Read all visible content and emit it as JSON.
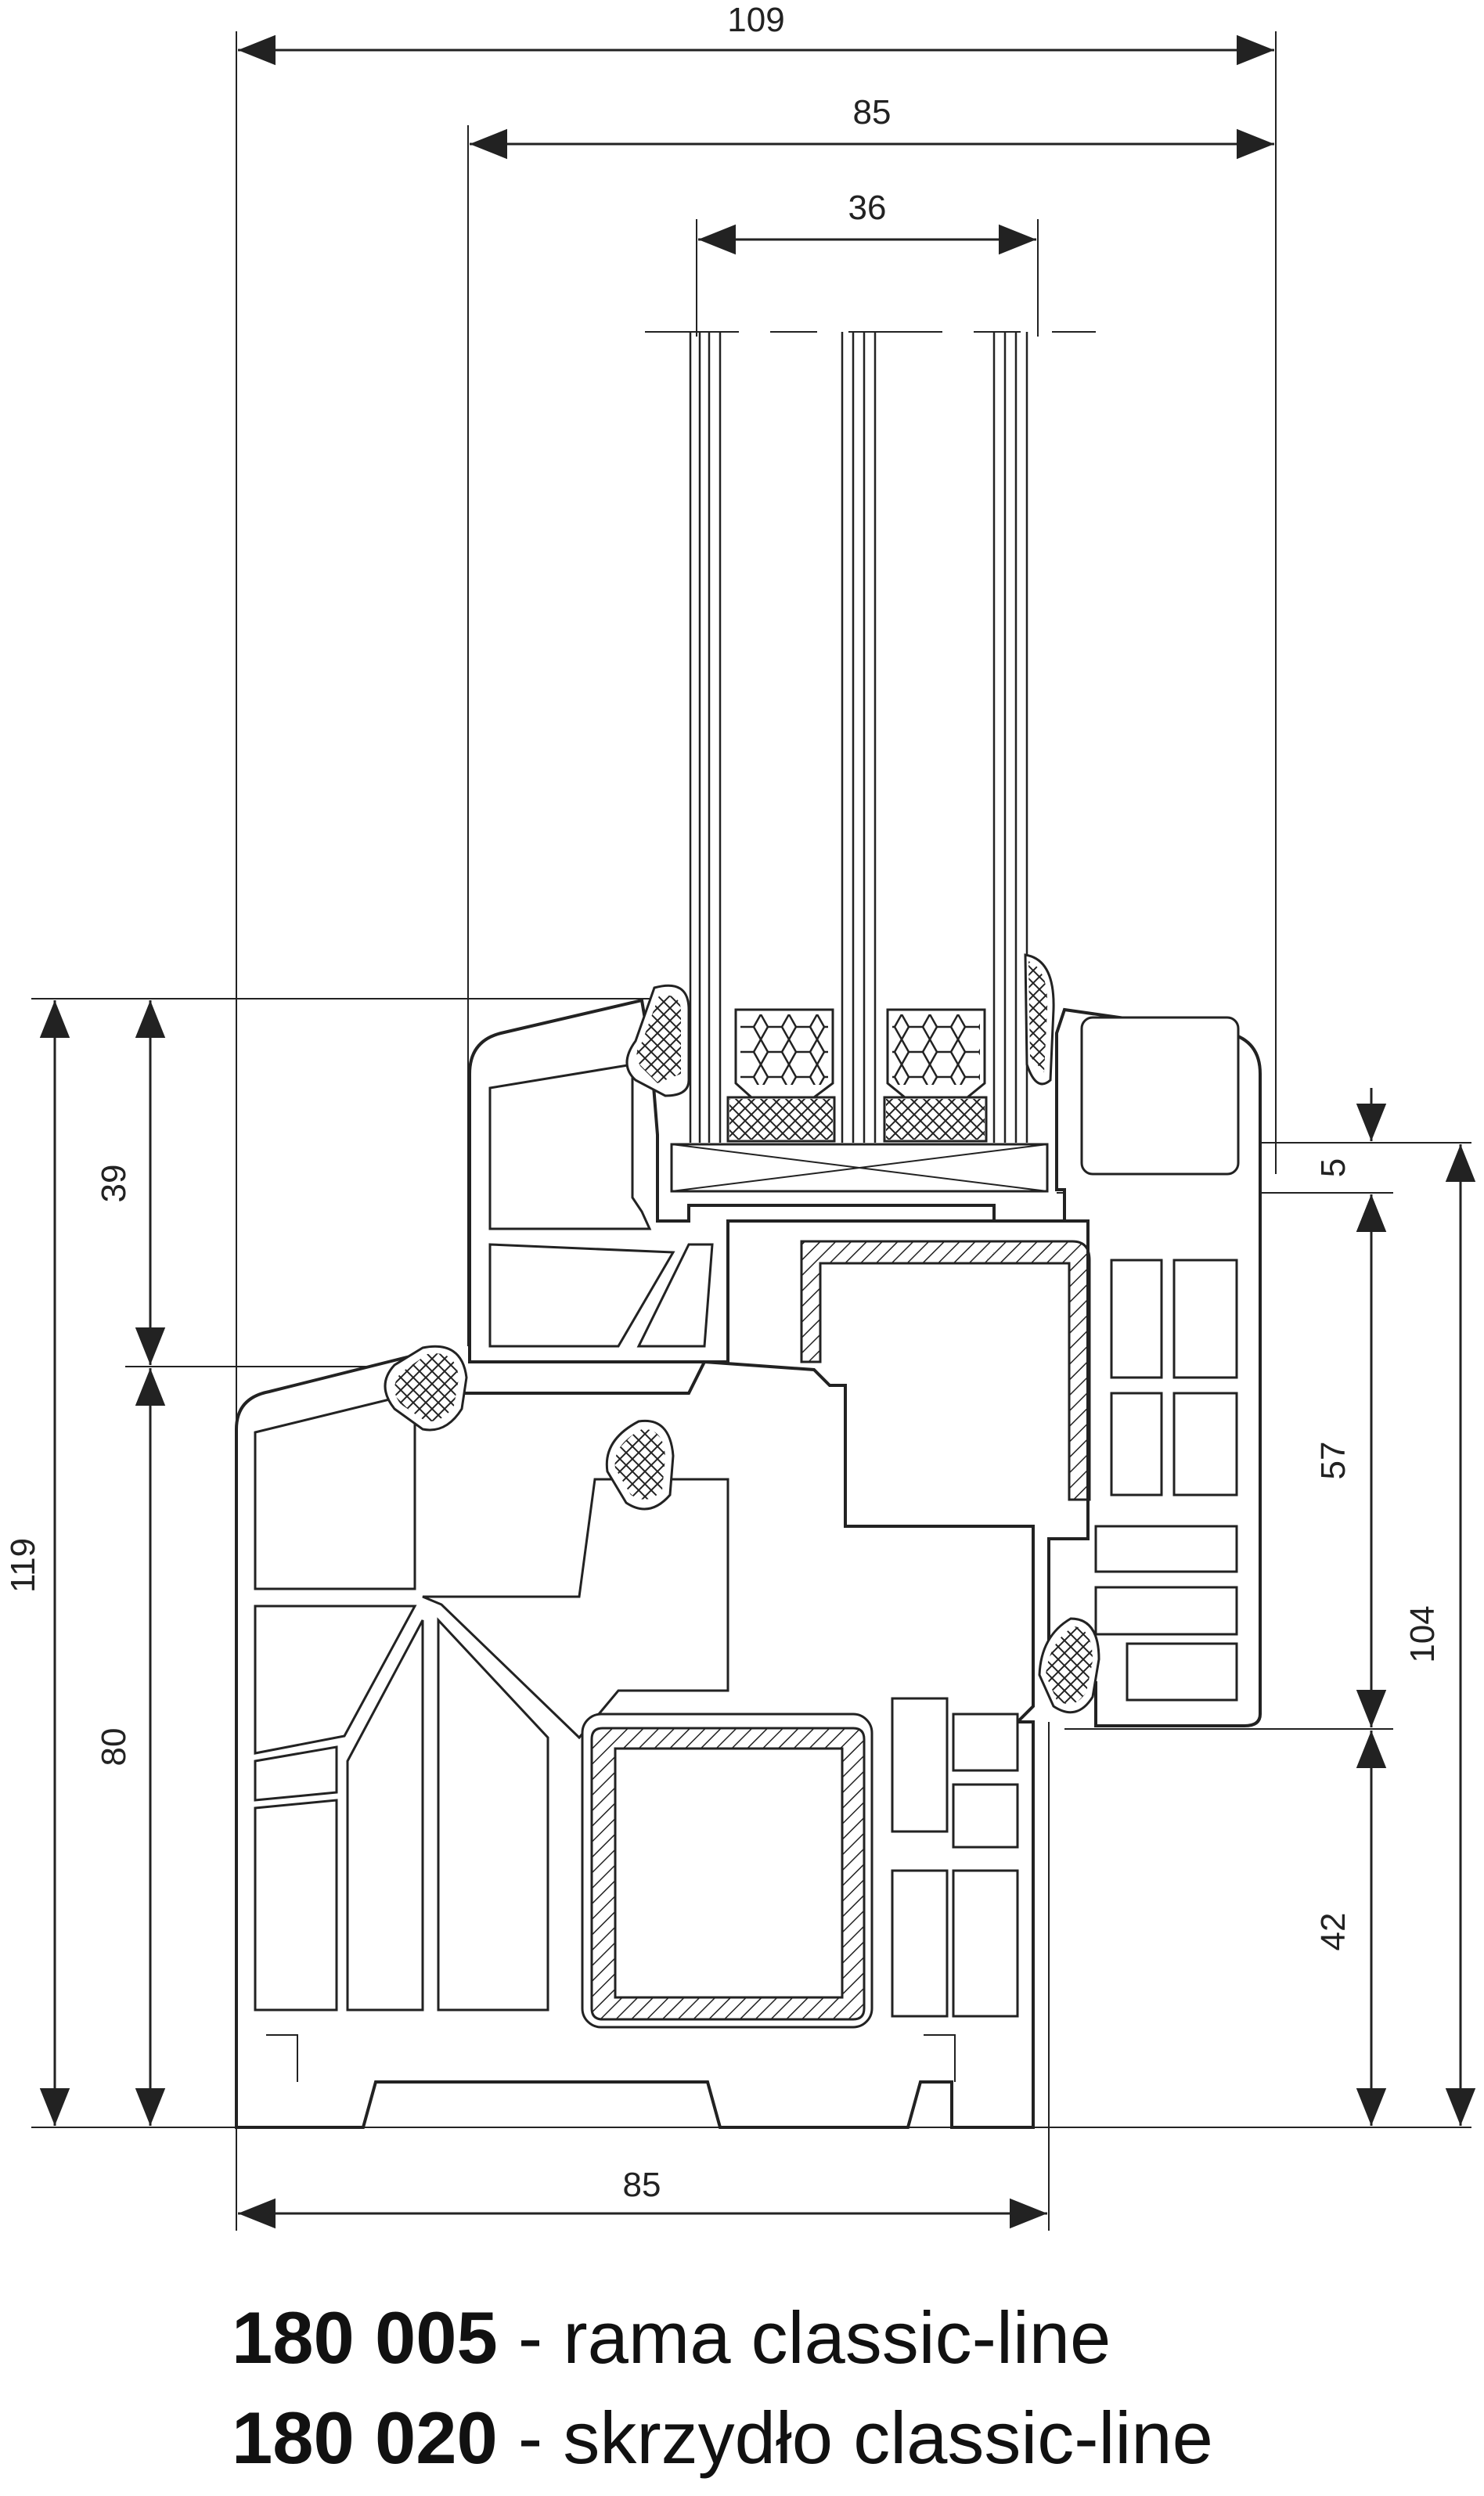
{
  "dimensions": {
    "total_width": "109",
    "glass_frame_width": "85",
    "glass_thickness": "36",
    "frame_width": "85",
    "total_height": "119",
    "sash_height": "39",
    "frame_height": "80",
    "glazing_offset": "5",
    "sash_depth": "57",
    "combined_depth": "104",
    "frame_depth": "42"
  },
  "captions": [
    {
      "code": "180 005",
      "description": " - rama classic-line"
    },
    {
      "code": "180 020",
      "description": " - skrzydło classic-line"
    }
  ]
}
